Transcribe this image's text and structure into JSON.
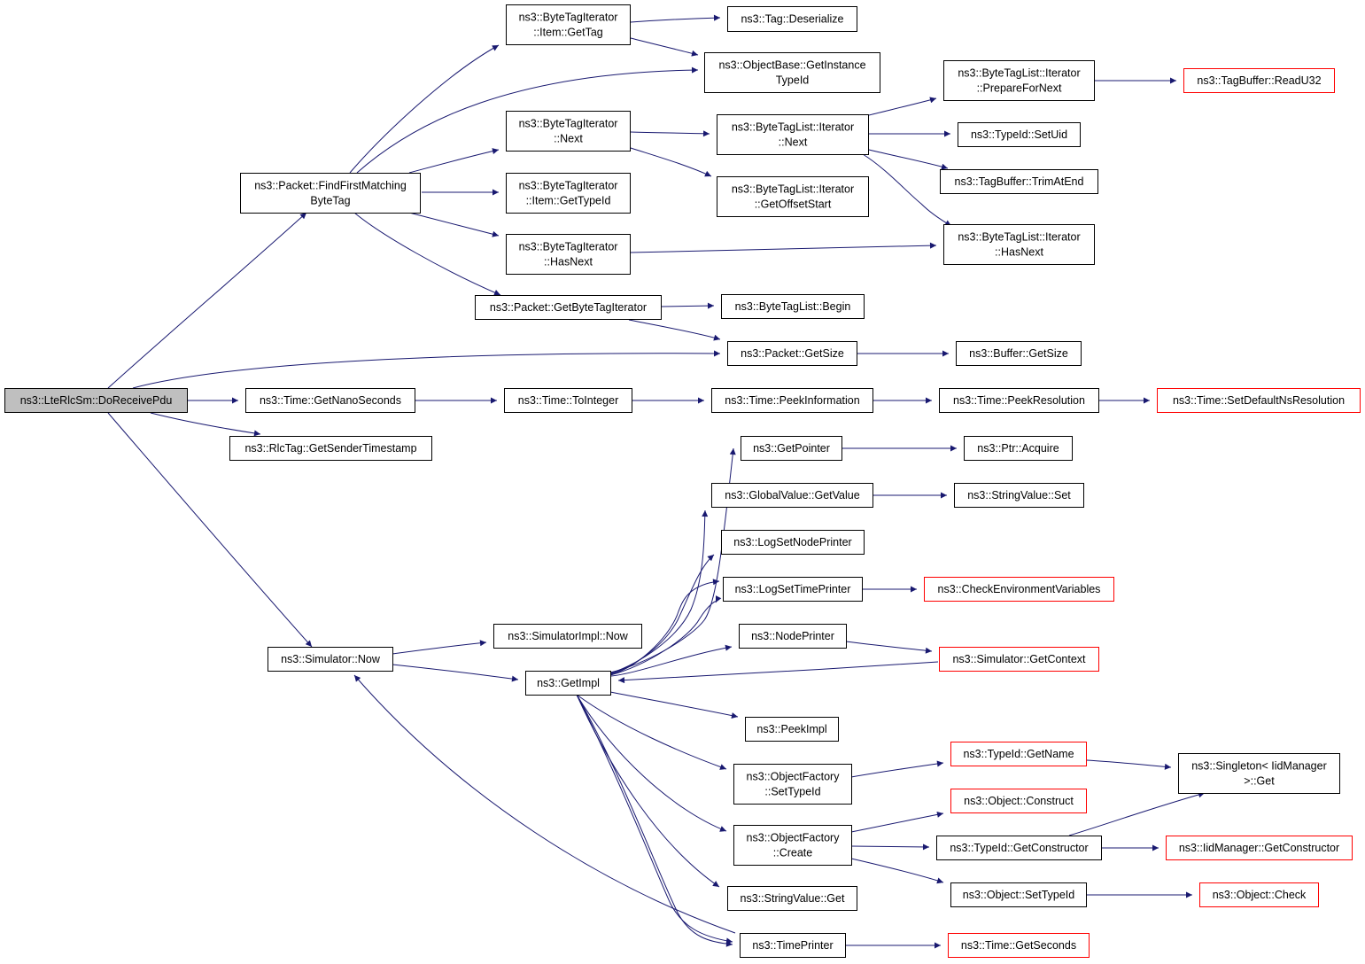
{
  "graph": {
    "edge_color": "#191970",
    "node_border": "#000000",
    "external_node_border": "#ff0000",
    "root_fill": "#bfbfbf",
    "nodes": {
      "do_receive_pdu": [
        "ns3::LteRlcSm::DoReceivePdu"
      ],
      "find_first_matching": [
        "ns3::Packet::FindFirstMatching",
        "ByteTag"
      ],
      "bti_item_gettag": [
        "ns3::ByteTagIterator",
        "::Item::GetTag"
      ],
      "tag_deserialize": [
        "ns3::Tag::Deserialize"
      ],
      "objbase_getinstance": [
        "ns3::ObjectBase::GetInstance",
        "TypeId"
      ],
      "bti_next": [
        "ns3::ByteTagIterator",
        "::Next"
      ],
      "btl_iter_preparefornext": [
        "ns3::ByteTagList::Iterator",
        "::PrepareForNext"
      ],
      "tagbuffer_readu32": [
        "ns3::TagBuffer::ReadU32"
      ],
      "btl_iter_next": [
        "ns3::ByteTagList::Iterator",
        "::Next"
      ],
      "typeid_setuid": [
        "ns3::TypeId::SetUid"
      ],
      "tagbuffer_trimatend": [
        "ns3::TagBuffer::TrimAtEnd"
      ],
      "bti_item_gettypeid": [
        "ns3::ByteTagIterator",
        "::Item::GetTypeId"
      ],
      "btl_iter_getoffsetstart": [
        "ns3::ByteTagList::Iterator",
        "::GetOffsetStart"
      ],
      "bti_hasnext": [
        "ns3::ByteTagIterator",
        "::HasNext"
      ],
      "btl_iter_hasnext": [
        "ns3::ByteTagList::Iterator",
        "::HasNext"
      ],
      "packet_getbytetagiterator": [
        "ns3::Packet::GetByteTagIterator"
      ],
      "btl_begin": [
        "ns3::ByteTagList::Begin"
      ],
      "packet_getsize": [
        "ns3::Packet::GetSize"
      ],
      "buffer_getsize": [
        "ns3::Buffer::GetSize"
      ],
      "time_getnanoseconds": [
        "ns3::Time::GetNanoSeconds"
      ],
      "time_tointeger": [
        "ns3::Time::ToInteger"
      ],
      "time_peekinformation": [
        "ns3::Time::PeekInformation"
      ],
      "time_peekresolution": [
        "ns3::Time::PeekResolution"
      ],
      "time_setdefaultnsresolution": [
        "ns3::Time::SetDefaultNsResolution"
      ],
      "rlctag_getsendertimestamp": [
        "ns3::RlcTag::GetSenderTimestamp"
      ],
      "getpointer": [
        "ns3::GetPointer"
      ],
      "ptr_acquire": [
        "ns3::Ptr::Acquire"
      ],
      "globalvalue_getvalue": [
        "ns3::GlobalValue::GetValue"
      ],
      "stringvalue_set": [
        "ns3::StringValue::Set"
      ],
      "logsetnodeprinter": [
        "ns3::LogSetNodePrinter"
      ],
      "logsettimeprinter": [
        "ns3::LogSetTimePrinter"
      ],
      "checkenvironmentvariables": [
        "ns3::CheckEnvironmentVariables"
      ],
      "nodeprinter": [
        "ns3::NodePrinter"
      ],
      "simulator_getcontext": [
        "ns3::Simulator::GetContext"
      ],
      "simulatorimpl_now": [
        "ns3::SimulatorImpl::Now"
      ],
      "simulator_now": [
        "ns3::Simulator::Now"
      ],
      "getimpl": [
        "ns3::GetImpl"
      ],
      "peekimpl": [
        "ns3::PeekImpl"
      ],
      "typeid_getname": [
        "ns3::TypeId::GetName"
      ],
      "singleton_get": [
        "ns3::Singleton< IidManager",
        ">::Get"
      ],
      "objectfactory_settypeid": [
        "ns3::ObjectFactory",
        "::SetTypeId"
      ],
      "object_construct": [
        "ns3::Object::Construct"
      ],
      "objectfactory_create": [
        "ns3::ObjectFactory",
        "::Create"
      ],
      "typeid_getconstructor": [
        "ns3::TypeId::GetConstructor"
      ],
      "iidmanager_getconstructor": [
        "ns3::IidManager::GetConstructor"
      ],
      "object_settypeid": [
        "ns3::Object::SetTypeId"
      ],
      "object_check": [
        "ns3::Object::Check"
      ],
      "stringvalue_get": [
        "ns3::StringValue::Get"
      ],
      "timeprinter": [
        "ns3::TimePrinter"
      ],
      "time_getseconds": [
        "ns3::Time::GetSeconds"
      ]
    }
  }
}
